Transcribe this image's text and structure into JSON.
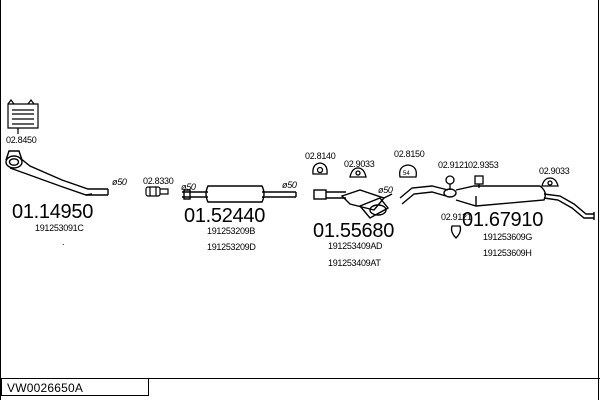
{
  "diagram": {
    "assemblies": [
      {
        "id": "front_pipe",
        "part_no": "01.14950",
        "oe_numbers": [
          "191253091C"
        ]
      },
      {
        "id": "center_box",
        "part_no": "01.52440",
        "oe_numbers": [
          "191253209B",
          "191253209D"
        ]
      },
      {
        "id": "middle_box",
        "part_no": "01.55680",
        "oe_numbers": [
          "191253409AD",
          "191253409AT"
        ]
      },
      {
        "id": "rear_box",
        "part_no": "01.67910",
        "oe_numbers": [
          "191253609G",
          "191253609H"
        ]
      }
    ],
    "accessories": {
      "a_2_8450": "02.8450",
      "a_2_8330": "02.8330",
      "a_2_8140": "02.8140",
      "a_2_9033_left": "02.9033",
      "a_2_8150": "02.8150",
      "a_2_9121_top": "02.9121",
      "a_2_9353": "02.9353",
      "a_2_9033_right": "02.9033",
      "a_2_9121_bottom": "02.9121"
    },
    "diameters": {
      "d1": "ø50",
      "d2": "ø50",
      "d3": "ø50",
      "d4": "ø50"
    },
    "stray_mark": "."
  },
  "footer": {
    "kit_code": "VW0026650A"
  },
  "colors": {
    "line": "#000000",
    "background": "#ffffff"
  }
}
